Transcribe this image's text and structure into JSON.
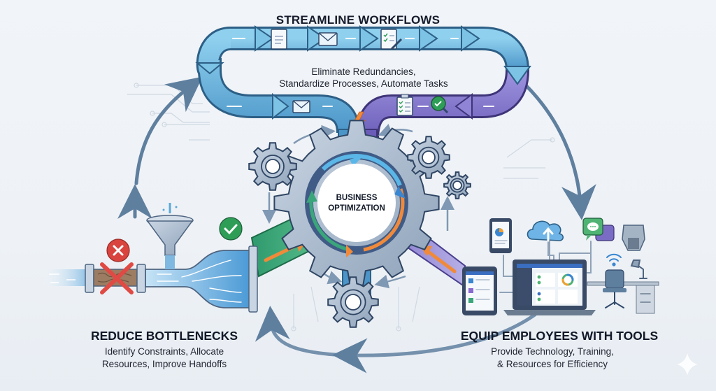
{
  "diagram": {
    "center": {
      "line1": "BUSINESS",
      "line2": "OPTIMIZATION",
      "icon": "gear-icon"
    },
    "sections": {
      "streamline": {
        "title": "STREAMLINE WORKFLOWS",
        "subtitle_line1": "Eliminate Redundancies,",
        "subtitle_line2": "Standardize Processes, Automate Tasks",
        "icons": [
          "document-icon",
          "envelope-icon",
          "checklist-edit-icon",
          "envelope-icon",
          "clipboard-checklist-icon",
          "magnifier-check-icon",
          "lightning-icon"
        ]
      },
      "bottlenecks": {
        "title": "REDUCE BOTTLENECKS",
        "subtitle_line1": "Identify Constraints, Allocate",
        "subtitle_line2": "Resources, Improve Handoffs",
        "icons": [
          "pipe-icon",
          "funnel-icon",
          "blocked-x-icon",
          "check-circle-icon"
        ]
      },
      "equip": {
        "title": "EQUIP EMPLOYEES WITH TOOLS",
        "subtitle_line1": "Provide Technology, Training,",
        "subtitle_line2": "& Resources for Efficiency",
        "icons": [
          "tablet-chart-icon",
          "cloud-upload-icon",
          "chat-bubbles-icon",
          "vr-headset-icon",
          "laptop-dashboard-icon",
          "tablet-list-icon",
          "wifi-icon",
          "desk-lamp-icon",
          "office-chair-icon",
          "desk-icon"
        ]
      }
    },
    "colors": {
      "blue_flow": "#5aa8d8",
      "purple_flow": "#7a6cc4",
      "green_flow": "#3aa67a",
      "orange_accent": "#f08a3a",
      "gear_gray": "#a9b9cb",
      "arrow_slate": "#5f7f9f",
      "red_x": "#d9443f",
      "green_check": "#2e9e57"
    }
  }
}
